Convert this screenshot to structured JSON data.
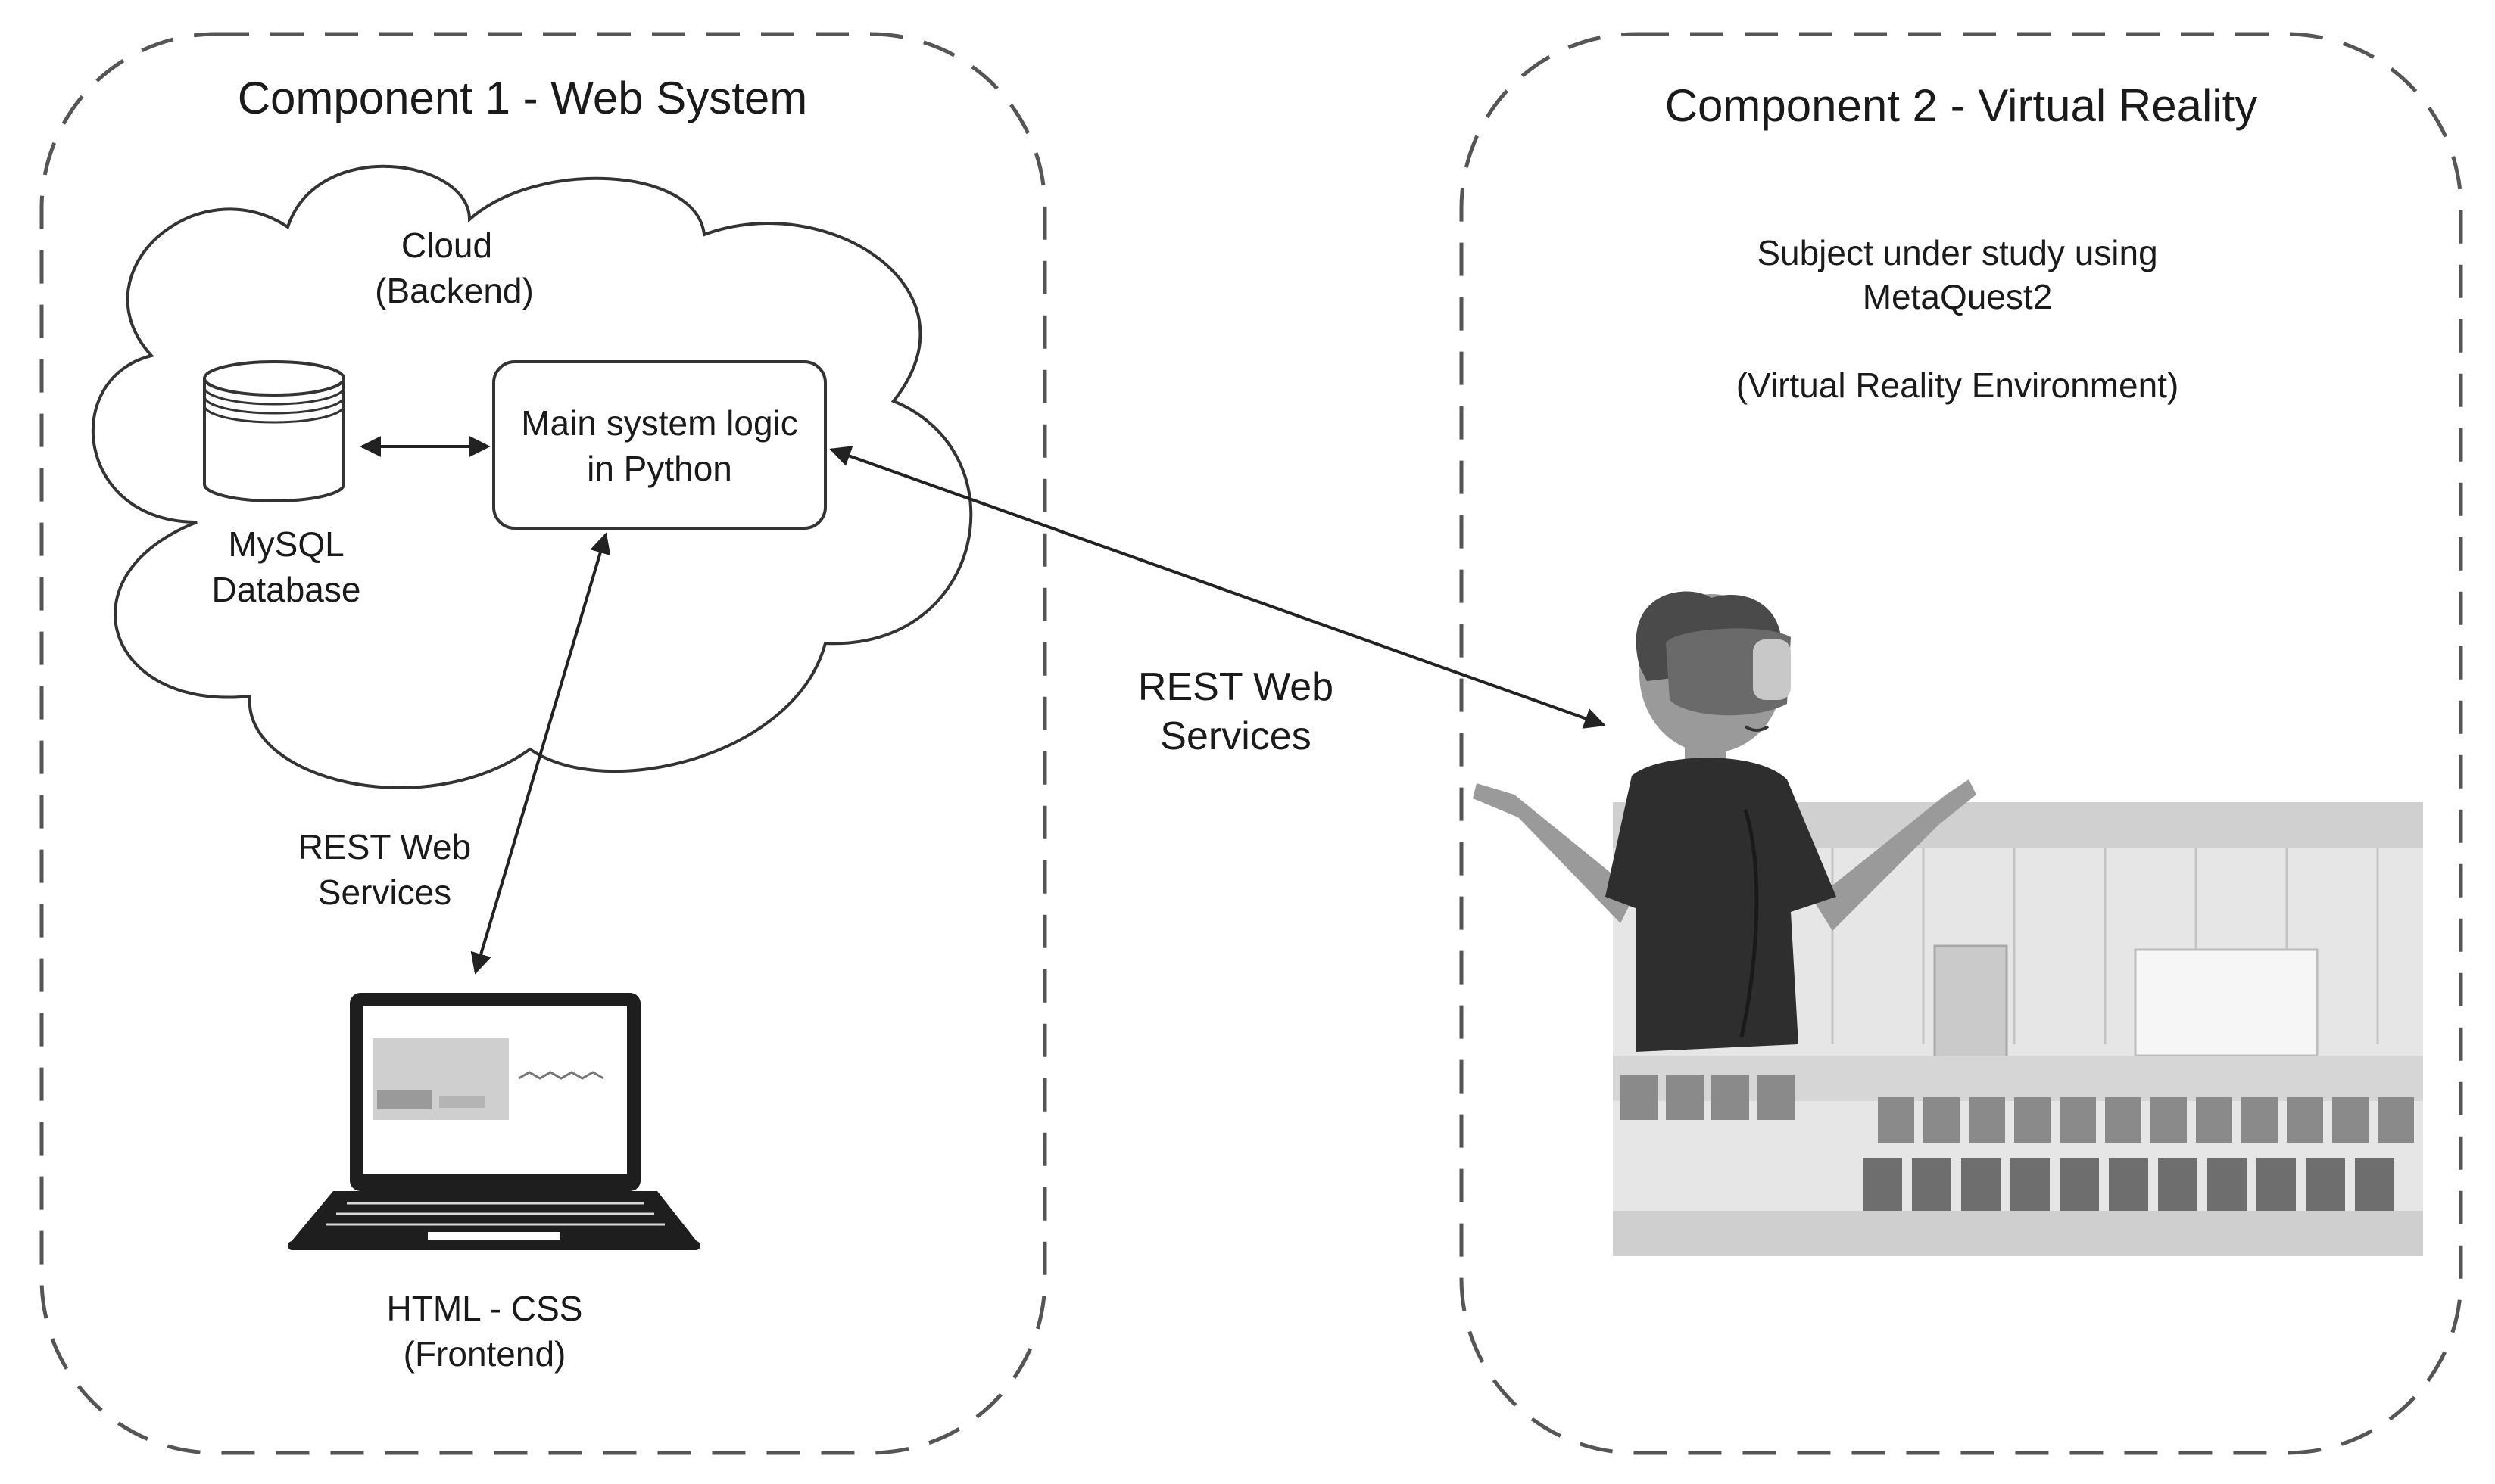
{
  "component1": {
    "title": "Component 1 - Web System",
    "cloud_label": [
      "Cloud",
      "(Backend)"
    ],
    "database_label": [
      "MySQL",
      "Database"
    ],
    "logic_label": [
      "Main system logic",
      "in Python"
    ],
    "rest_label": [
      "REST Web",
      "Services"
    ],
    "frontend_label": [
      "HTML - CSS",
      "(Frontend)"
    ]
  },
  "component2": {
    "title": "Component 2 - Virtual Reality",
    "subject_label": [
      "Subject under study using",
      "MetaQuest2"
    ],
    "environment_label": "(Virtual Reality Environment)"
  },
  "connector": {
    "rest_label": [
      "REST Web",
      "Services"
    ]
  },
  "colors": {
    "stroke": "#333333",
    "dash": "#555555",
    "shirt": "#2e2e2e",
    "skin": "#9a9a9a",
    "hair": "#4a4a4a",
    "headset": "#6a6a6a",
    "auditorium": "#d8d8d8"
  }
}
